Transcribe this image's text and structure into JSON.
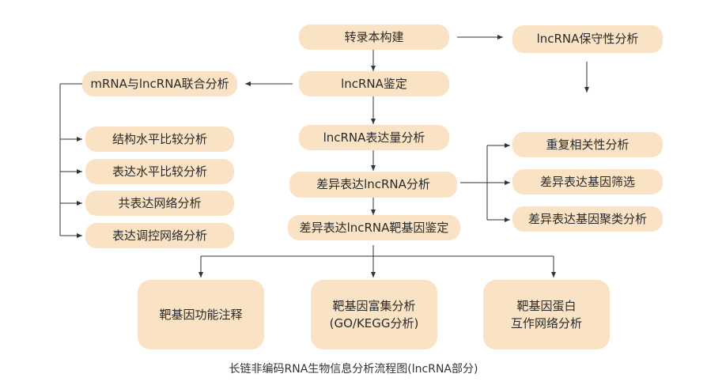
{
  "nodes": {
    "transcript_build": "转录本构建",
    "lncrna_conservation": "lncRNA保守性分析",
    "lncrna_identify": "lncRNA鉴定",
    "mrna_lncrna_joint": "mRNA与lncRNA联合分析",
    "lncrna_expression": "lncRNA表达量分析",
    "structure_compare": "结构水平比较分析",
    "expression_compare": "表达水平比较分析",
    "coexpression_network": "共表达网络分析",
    "regulation_network": "表达调控网络分析",
    "diff_lncrna": "差异表达lncRNA分析",
    "repeat_correlation": "重复相关性分析",
    "diff_gene_screen": "差异表达基因筛选",
    "diff_gene_cluster": "差异表达基因聚类分析",
    "target_identify": "差异表达lncRNA靶基因鉴定",
    "target_function": "靶基因功能注释",
    "target_enrich_line1": "靶基因富集分析",
    "target_enrich_line2": "(GO/KEGG分析)",
    "target_ppi_line1": "靶基因蛋白",
    "target_ppi_line2": "互作网络分析"
  },
  "caption": "长链非编码RNA生物信息分析流程图(lncRNA部分)"
}
